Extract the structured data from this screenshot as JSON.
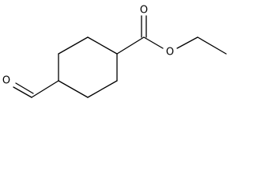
{
  "structure": {
    "atoms": {
      "ester_carbonyl_oxygen": "O",
      "ester_oxygen": "O",
      "aldehyde_oxygen": "O"
    },
    "colors": {
      "bond": "#000000",
      "label": "#000000",
      "background": "#ffffff"
    }
  }
}
